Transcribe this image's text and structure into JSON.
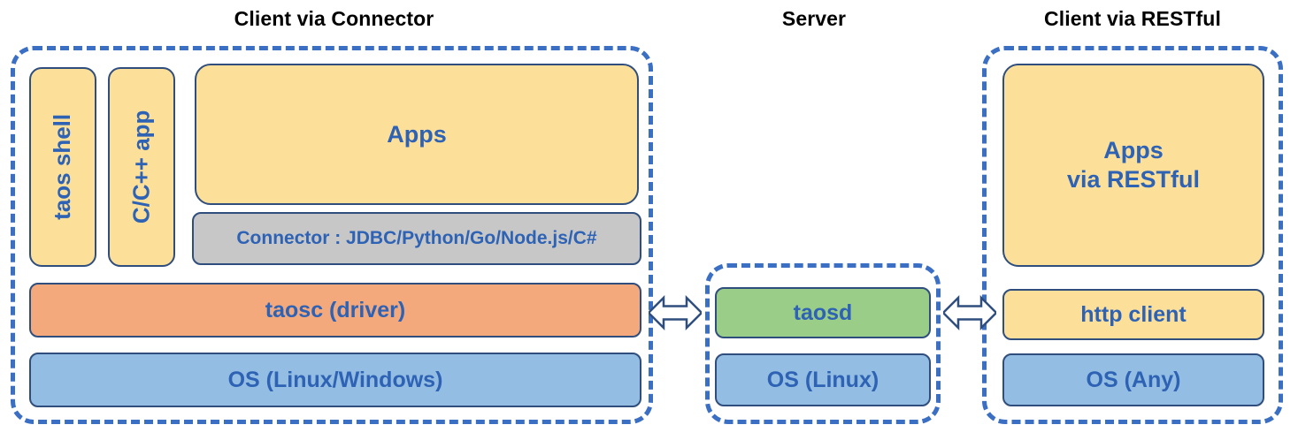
{
  "diagram": {
    "title": "TDengine architecture: client / server connectivity",
    "colors": {
      "panel_border": "#3B6FC4",
      "block_border": "#2F4E7E",
      "text_blue": "#2E62B4",
      "caption_black": "#000000",
      "yellow": "#FCE09A",
      "orange": "#F4A97C",
      "blue": "#93BDE2",
      "green": "#9ACD87",
      "gray": "#C7C7C7"
    }
  },
  "captions": {
    "connector": "Client via Connector",
    "server": "Server",
    "restful": "Client via RESTful"
  },
  "panels": {
    "connector": {
      "blocks": {
        "taos_shell": "taos shell",
        "c_app": "C/C++ app",
        "apps": "Apps",
        "connector": "Connector : JDBC/Python/Go/Node.js/C#",
        "taosc": "taosc (driver)",
        "os": "OS (Linux/Windows)"
      }
    },
    "server": {
      "blocks": {
        "taosd": "taosd",
        "os": "OS (Linux)"
      }
    },
    "restful": {
      "blocks": {
        "apps": "Apps\nvia RESTful",
        "http_client": "http client",
        "os": "OS (Any)"
      }
    }
  },
  "connections": [
    {
      "name": "client-connector-to-server",
      "icon": "double-arrow-horizontal-icon"
    },
    {
      "name": "server-to-client-restful",
      "icon": "double-arrow-horizontal-icon"
    }
  ]
}
